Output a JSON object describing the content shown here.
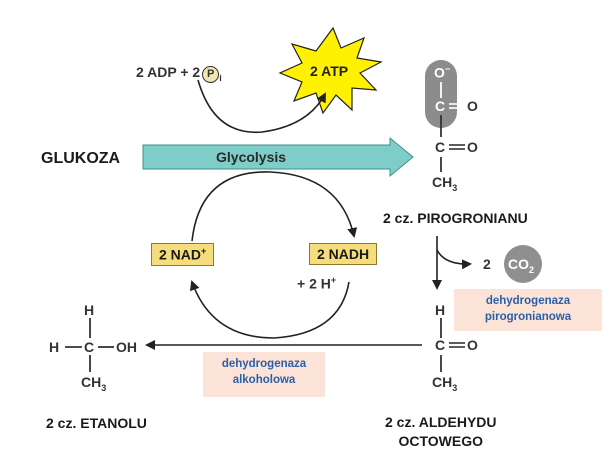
{
  "title": "",
  "molecules": {
    "glucose": "GLUKOZA",
    "pyruvate": "2 cz. PIROGRONIANU",
    "ethanol": "2 cz. ETANOLU",
    "acetaldehyde_line1": "2 cz. ALDEHYDU",
    "acetaldehyde_line2": "OCTOWEGO"
  },
  "process": {
    "glycolysis": "Glycolysis"
  },
  "energy": {
    "adp_label": "2 ADP + 2",
    "pi_symbol": "P",
    "pi_subscript": "i",
    "atp_label": "2 ATP"
  },
  "cofactors": {
    "nad": "2 NAD",
    "nad_sup": "+",
    "nadh": "2 NADH",
    "h_plus": "+ 2 H",
    "h_sup": "+"
  },
  "co2": {
    "prefix": "2",
    "formula": "CO",
    "sub": "2"
  },
  "enzymes": {
    "pyruvate_decarboxylase_line1": "dehydrogenaza",
    "pyruvate_decarboxylase_line2": "pirogronianowa",
    "alcohol_dehydrogenase_line1": "dehydrogenaza",
    "alcohol_dehydrogenase_line2": "alkoholowa"
  },
  "structures": {
    "pyruvate": {
      "o_minus": "O",
      "minus": "−",
      "c1": "C",
      "o1": "O",
      "c2": "C",
      "o2": "O",
      "ch3": "CH",
      "ch3_sub": "3"
    },
    "acetaldehyde": {
      "h": "H",
      "c1": "C",
      "o": "O",
      "ch3": "CH",
      "ch3_sub": "3"
    },
    "ethanol": {
      "h_top": "H",
      "h_left": "H",
      "c": "C",
      "oh": "OH",
      "ch3": "CH",
      "ch3_sub": "3"
    }
  },
  "colors": {
    "glycolysis_arrow": "#7ecdc8",
    "atp_star": "#fff200",
    "nad_box": "#f5dc7c",
    "enzyme_bg": "#fbe3d7",
    "enzyme_text": "#2c5fa8",
    "co2_circle": "#8f8f8f",
    "carboxyl_highlight": "#8c8c8c"
  }
}
